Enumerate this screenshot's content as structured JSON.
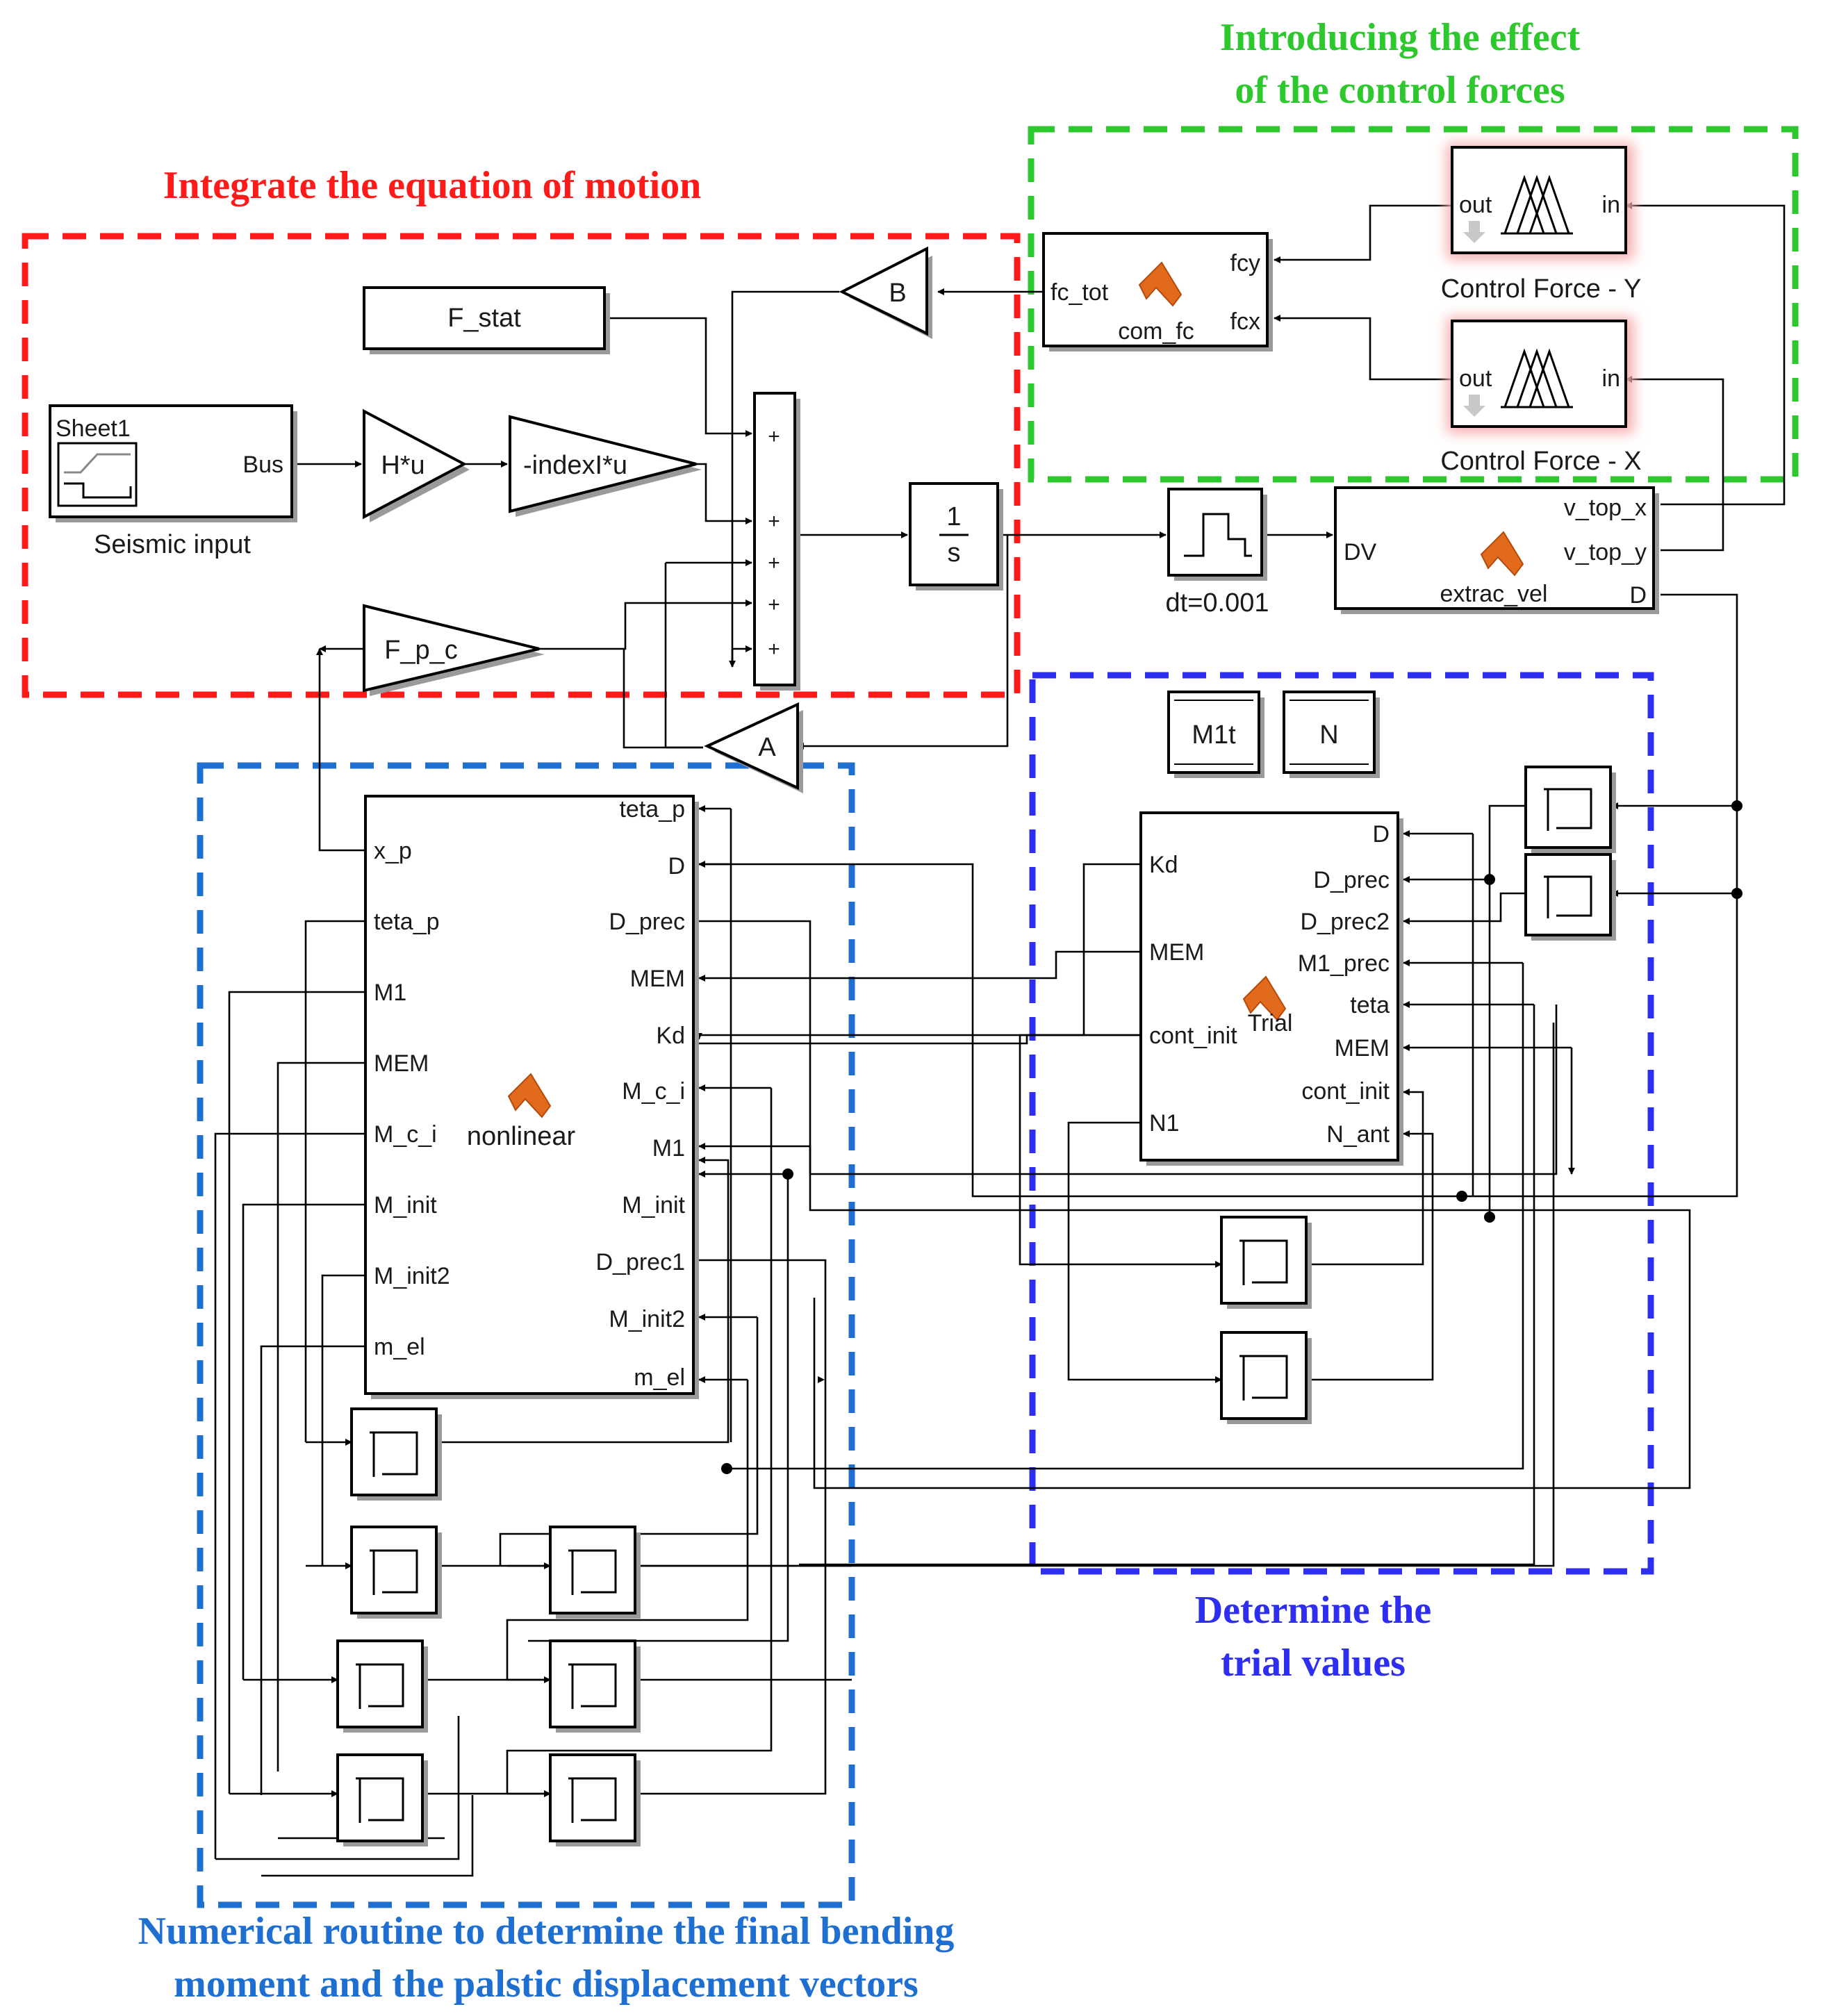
{
  "captions": {
    "integrate": "Integrate the equation of motion",
    "control_line1": "Introducing the effect",
    "control_line2": "of the control forces",
    "trial_line1": "Determine the",
    "trial_line2": "trial values",
    "numerical_line1": "Numerical routine to determine the final bending",
    "numerical_line2": "moment and the palstic displacement vectors"
  },
  "colors": {
    "integrate": "#ff1a1a",
    "control": "#2dc82d",
    "trial": "#2e2ef0",
    "numerical": "#1e6fd0"
  },
  "blocks": {
    "seismic": {
      "title": "Sheet1",
      "port": "Bus",
      "caption": "Seismic input"
    },
    "gain_h": "H*u",
    "gain_index": "-indexI*u",
    "f_stat": "F_stat",
    "gain_b": "B",
    "gain_fpc": "F_p_c",
    "gain_a": "A",
    "sum_signs": [
      "+",
      "+",
      "+",
      "+",
      "+"
    ],
    "integrator": {
      "num": "1",
      "den": "s"
    },
    "zoh_caption": "dt=0.001",
    "com_fc": {
      "in": "fc_tot",
      "out1": "fcy",
      "out2": "fcx",
      "name": "com_fc"
    },
    "ctrl_y": {
      "in_port": "in",
      "out_port": "out",
      "caption": "Control Force - Y"
    },
    "ctrl_x": {
      "in_port": "in",
      "out_port": "out",
      "caption": "Control Force - X"
    },
    "extrac_vel": {
      "in": "DV",
      "out1": "v_top_x",
      "out2": "v_top_y",
      "out3": "D",
      "name": "extrac_vel"
    },
    "const_m1t": "M1t",
    "const_n": "N",
    "trial": {
      "name": "Trial",
      "inputs": [
        "Kd",
        "MEM",
        "cont_init",
        "N1"
      ],
      "outputs": [
        "D",
        "D_prec",
        "D_prec2",
        "M1_prec",
        "teta",
        "MEM",
        "cont_init",
        "N_ant"
      ]
    },
    "nonlinear": {
      "name": "nonlinear",
      "inputs": [
        "x_p",
        "teta_p",
        "M1",
        "MEM",
        "M_c_i",
        "M_init",
        "M_init2",
        "m_el"
      ],
      "outputs": [
        "teta_p",
        "D",
        "D_prec",
        "MEM",
        "Kd",
        "M_c_i",
        "M1",
        "M_init",
        "D_prec1",
        "M_init2",
        "m_el"
      ]
    }
  }
}
